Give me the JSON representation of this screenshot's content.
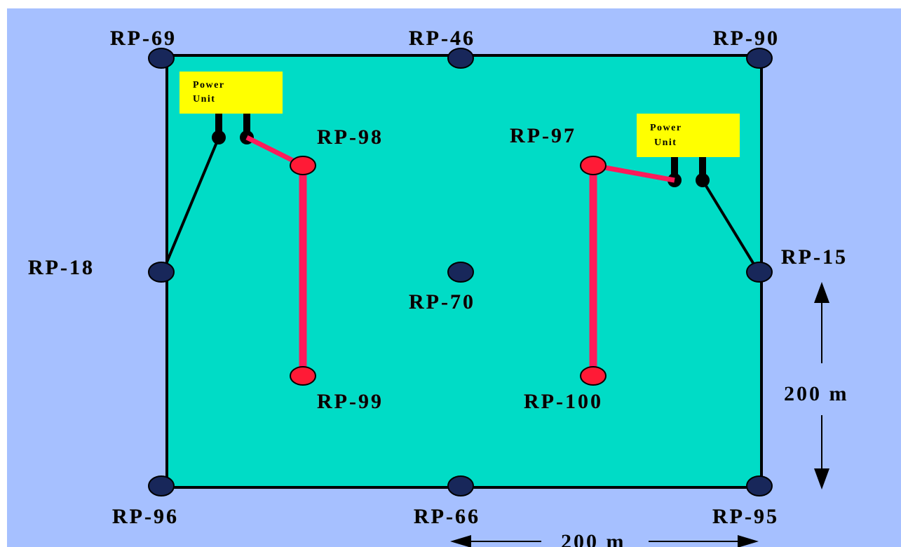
{
  "colors": {
    "background": "#a6c0ff",
    "field": "#00dcc6",
    "border": "#000000",
    "node_blue": "#18275a",
    "node_red": "#ff1a36",
    "cable_red": "#ff1a5a",
    "power_unit": "#ffff00"
  },
  "nodes": {
    "rp69": "RP-69",
    "rp46": "RP-46",
    "rp90": "RP-90",
    "rp18": "RP-18",
    "rp70": "RP-70",
    "rp15": "RP-15",
    "rp96": "RP-96",
    "rp66": "RP-66",
    "rp95": "RP-95",
    "rp98": "RP-98",
    "rp99": "RP-99",
    "rp97": "RP-97",
    "rp100": "RP-100"
  },
  "power_units": {
    "left": {
      "line1": "Power",
      "line2": "Unit"
    },
    "right": {
      "line1": "Power",
      "line2": "Unit"
    }
  },
  "scale": {
    "vertical": "200 m",
    "horizontal": "200 m"
  }
}
